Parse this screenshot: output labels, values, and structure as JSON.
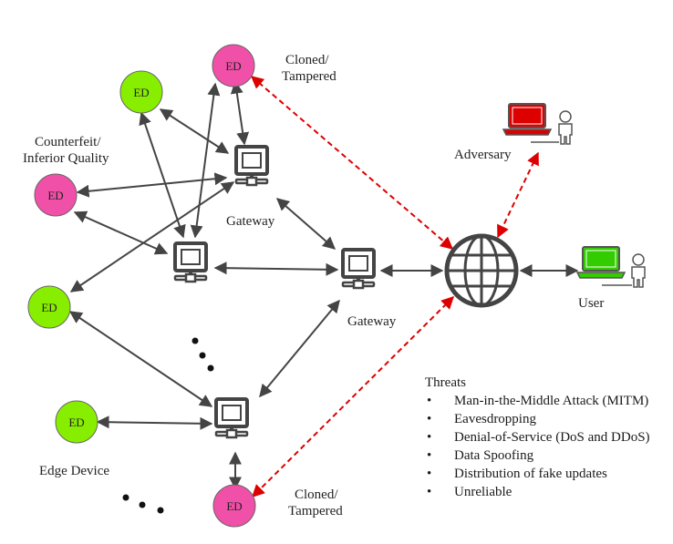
{
  "nodes": {
    "edge_devices": [
      {
        "id": "ed-cloned-top",
        "label": "ED",
        "status": "cloned",
        "color": "#f050a8"
      },
      {
        "id": "ed-green-top",
        "label": "ED",
        "status": "legit",
        "color": "#88ee00"
      },
      {
        "id": "ed-counterfeit",
        "label": "ED",
        "status": "counterfeit",
        "color": "#f050a8"
      },
      {
        "id": "ed-green-mid",
        "label": "ED",
        "status": "legit",
        "color": "#88ee00"
      },
      {
        "id": "ed-green-bottom",
        "label": "ED",
        "status": "legit",
        "color": "#88ee00"
      },
      {
        "id": "ed-cloned-bottom",
        "label": "ED",
        "status": "cloned",
        "color": "#f050a8"
      }
    ],
    "gateways": [
      "gateway-top",
      "gateway-left",
      "gateway-right",
      "gateway-bottom"
    ],
    "internet": "globe",
    "actors": [
      {
        "id": "adversary",
        "label": "Adversary",
        "laptop_color": "#dd0000"
      },
      {
        "id": "user",
        "label": "User",
        "laptop_color": "#33cc00"
      }
    ]
  },
  "labels": {
    "cloned_top": [
      "Cloned/",
      "Tampered"
    ],
    "counterfeit": [
      "Counterfeit/",
      "Inferior Quality"
    ],
    "gateway_top": "Gateway",
    "gateway_right": "Gateway",
    "edge_device": "Edge Device",
    "cloned_bottom": [
      "Cloned/",
      "Tampered"
    ],
    "adversary": "Adversary",
    "user": "User"
  },
  "colors": {
    "malicious_ed": "#f050a8",
    "legit_ed": "#88ee00",
    "threat_link": "#dd0000",
    "link": "#444444"
  },
  "threats": {
    "title": "Threats",
    "items": [
      "Man-in-the-Middle Attack (MITM)",
      "Eavesdropping",
      "Denial-of-Service (DoS and DDoS)",
      "Data Spoofing",
      "Distribution of fake updates",
      "Unreliable"
    ]
  }
}
